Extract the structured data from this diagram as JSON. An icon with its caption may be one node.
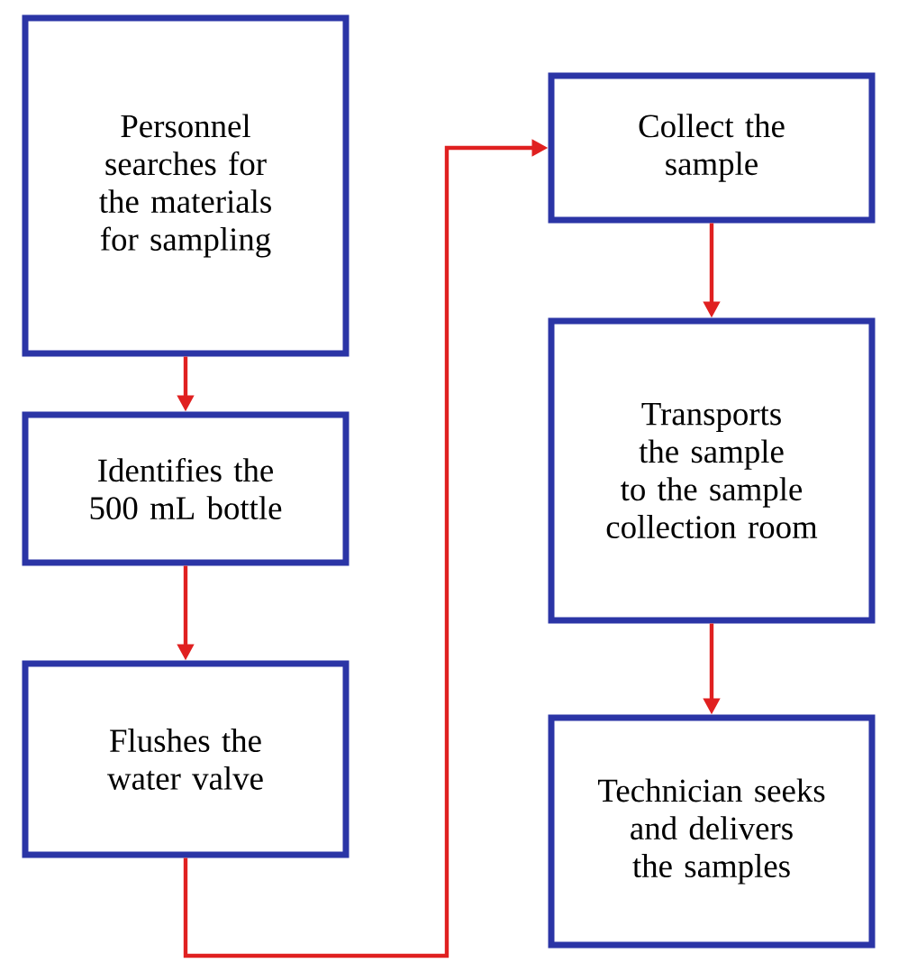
{
  "diagram": {
    "nodes": [
      {
        "text": [
          "Personnel searches for the materials for sampling"
        ]
      },
      {
        "text": [
          "Identifies the 500 mL bottle"
        ]
      },
      {
        "text": [
          "Flushes the water valve"
        ]
      },
      {
        "text": [
          "Collect the sample"
        ]
      },
      {
        "text": [
          "Transports the sample to the sample collection room"
        ]
      },
      {
        "text": [
          "Technician seeks and delivers the samples"
        ]
      }
    ],
    "edges": [
      {
        "from": 0,
        "to": 1,
        "arrow": "to"
      },
      {
        "from": 1,
        "to": 2,
        "arrow": "to"
      },
      {
        "from": 2,
        "to": 3,
        "arrow": "to"
      },
      {
        "from": 3,
        "to": 4,
        "arrow": "to"
      },
      {
        "from": 4,
        "to": 5,
        "arrow": "to"
      }
    ]
  }
}
